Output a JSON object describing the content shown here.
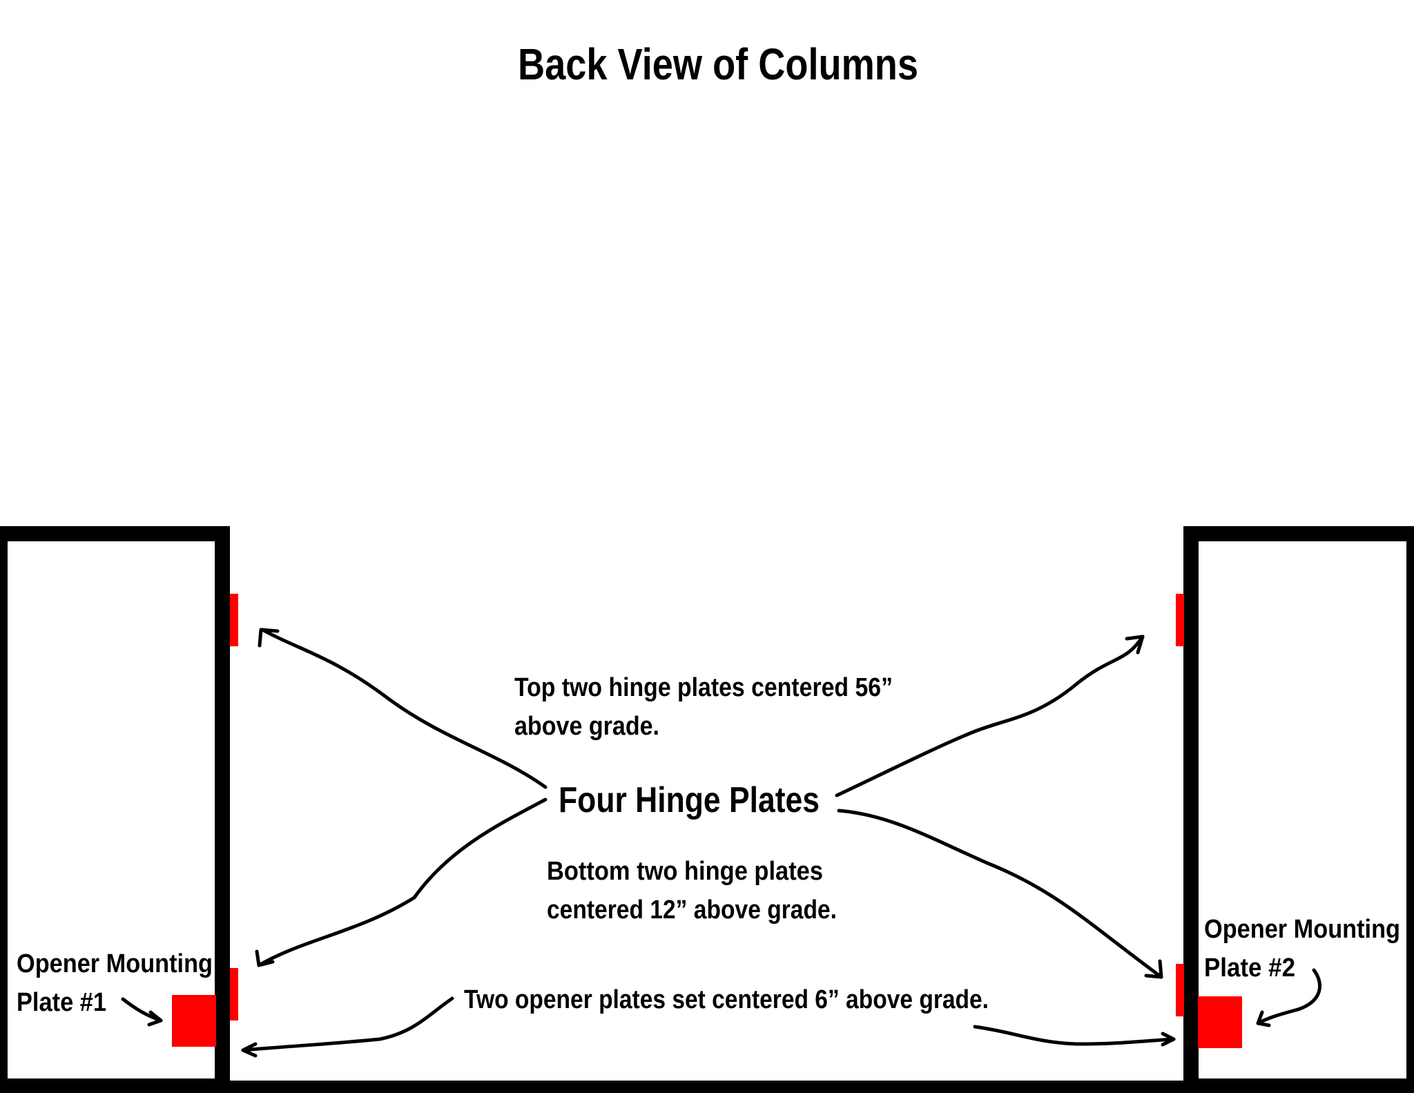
{
  "title": "Back View of Columns",
  "labels": {
    "four_hinge_plates": "Four Hinge Plates",
    "top_note_line1": "Top two hinge plates centered 56”",
    "top_note_line2": "above grade.",
    "bottom_note_line1": "Bottom two hinge plates",
    "bottom_note_line2": "centered 12” above grade.",
    "opener_note": "Two opener plates set centered 6” above grade.",
    "left_plate_line1": "Opener Mounting",
    "left_plate_line2": "Plate #1",
    "right_plate_line1": "Opener Mounting",
    "right_plate_line2": "Plate #2"
  },
  "colors": {
    "column_stroke": "#000000",
    "plate_fill": "#ff0000",
    "arrow_stroke": "#000000",
    "background": "#ffffff"
  }
}
